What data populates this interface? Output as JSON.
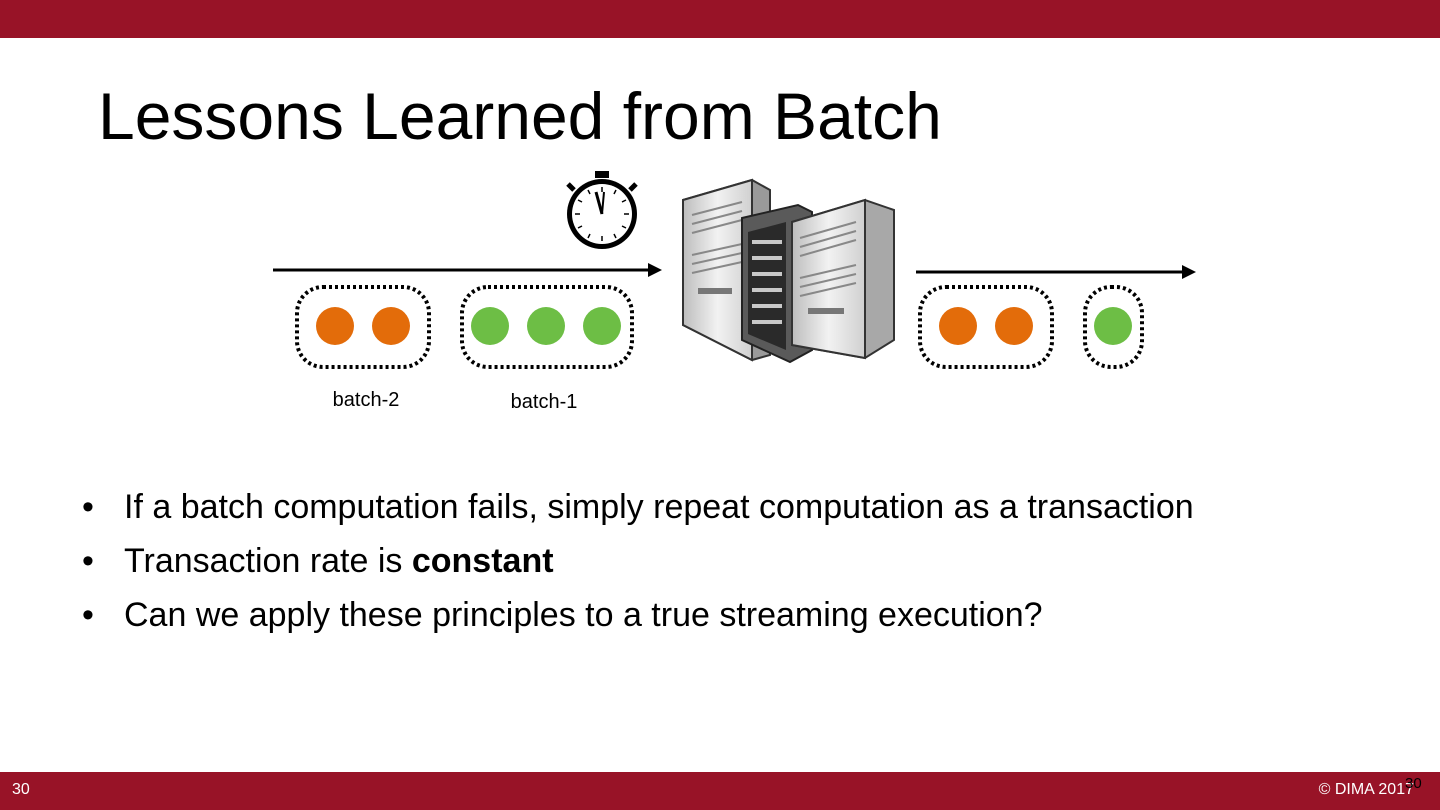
{
  "slide": {
    "title": "Lessons Learned from Batch",
    "footer_page": "30",
    "footer_copyright": "© DIMA 2017",
    "corner_page": "30",
    "bar_color": "#981327"
  },
  "diagram": {
    "batch_labels": [
      "batch-2",
      "batch-1"
    ],
    "colors": {
      "orange": "#E36C0A",
      "green": "#6DBE45"
    },
    "icons": [
      "stopwatch-icon",
      "server-cluster-icon",
      "arrow-icon"
    ]
  },
  "bullets": [
    {
      "text": "If a batch computation fails, simply repeat computation as a transaction",
      "bold": ""
    },
    {
      "text": "Transaction rate is ",
      "bold": "constant"
    },
    {
      "text": "Can we apply these principles to a true streaming execution?",
      "bold": ""
    }
  ]
}
